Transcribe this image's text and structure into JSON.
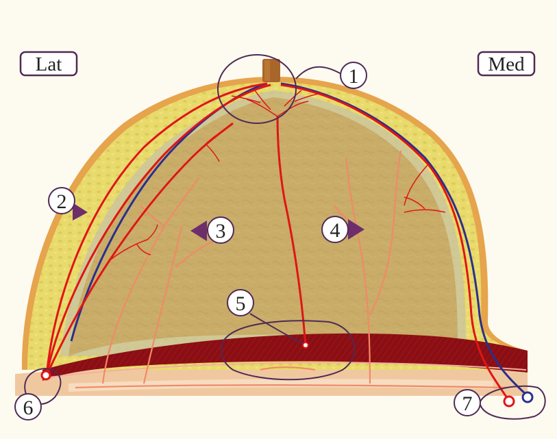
{
  "orientation": {
    "lateral_label": "Lat",
    "medial_label": "Med"
  },
  "callouts": [
    {
      "number": "1"
    },
    {
      "number": "2"
    },
    {
      "number": "3"
    },
    {
      "number": "4"
    },
    {
      "number": "5"
    },
    {
      "number": "6"
    },
    {
      "number": "7"
    }
  ],
  "colors": {
    "background": "#fdfaf0",
    "skin": "#e6a44c",
    "subcutaneous_fat": "#e8da6b",
    "gland": "#c8ac68",
    "pectoral_muscle": "#8a0f14",
    "chest_wall": "#f0c8a0",
    "nipple": "#a8662a",
    "artery": "#e01515",
    "vein": "#2a2f8c",
    "deep_vessel": "#f08a68",
    "callout_outline": "#4e2a55"
  }
}
